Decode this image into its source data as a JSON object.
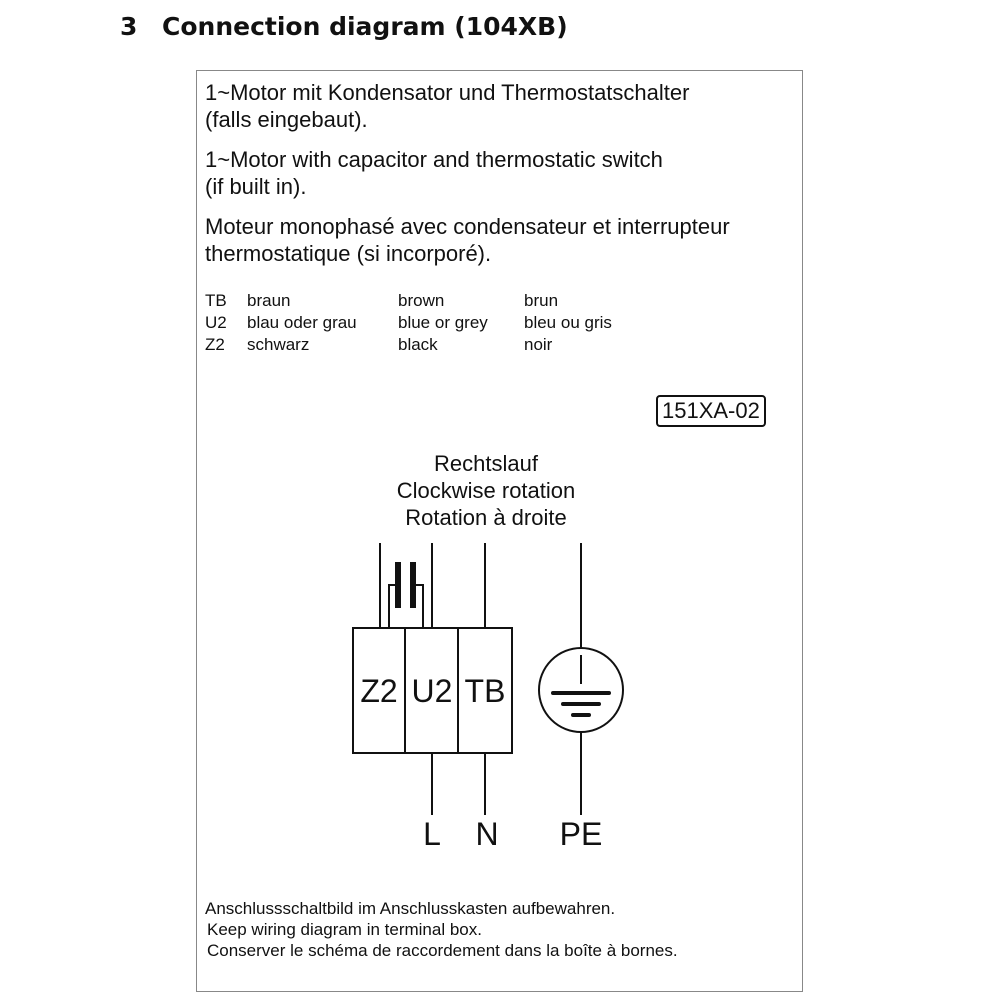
{
  "heading": {
    "number": "3",
    "title": "Connection diagram (104XB)"
  },
  "descriptions": {
    "de": [
      "1~Motor mit Kondensator und Thermostatschalter",
      "(falls eingebaut)."
    ],
    "en": [
      "1~Motor with capacitor and thermostatic switch",
      "(if built in)."
    ],
    "fr": [
      "Moteur monophasé avec condensateur et interrupteur",
      "thermostatique (si incorporé)."
    ]
  },
  "legend": [
    {
      "code": "TB",
      "de": "braun",
      "en": "brown",
      "fr": "brun"
    },
    {
      "code": "U2",
      "de": "blau oder grau",
      "en": "blue or grey",
      "fr": "bleu ou gris"
    },
    {
      "code": "Z2",
      "de": "schwarz",
      "en": "black",
      "fr": "noir"
    }
  ],
  "diagram_code": "151XA-02",
  "rotation": [
    "Rechtslauf",
    "Clockwise rotation",
    "Rotation à droite"
  ],
  "terminals": [
    "Z2",
    "U2",
    "TB"
  ],
  "supply": {
    "l": "L",
    "n": "N",
    "pe": "PE"
  },
  "footer": [
    "Anschlussschaltbild im Anschlusskasten aufbewahren.",
    "Keep wiring diagram in terminal box.",
    "Conserver le schéma de raccordement dans la boîte à bornes."
  ]
}
